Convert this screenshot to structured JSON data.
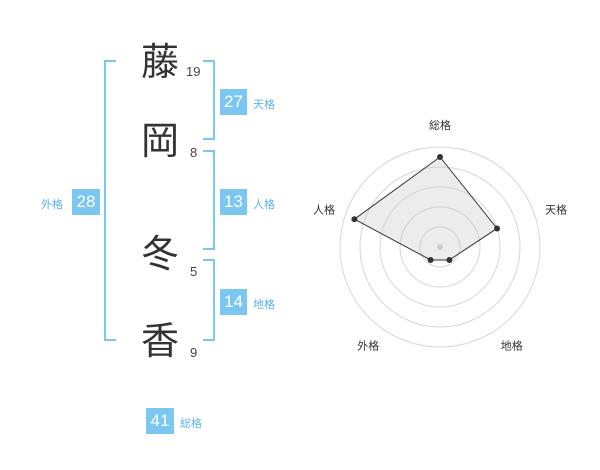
{
  "name": {
    "characters": [
      {
        "char": "藤",
        "strokes": "19"
      },
      {
        "char": "岡",
        "strokes": "8"
      },
      {
        "char": "冬",
        "strokes": "5"
      },
      {
        "char": "香",
        "strokes": "9"
      }
    ]
  },
  "fortune": {
    "tenkaku": {
      "value": "27",
      "label": "天格"
    },
    "jinkaku": {
      "value": "13",
      "label": "人格"
    },
    "chikaku": {
      "value": "14",
      "label": "地格"
    },
    "gaikaku": {
      "value": "28",
      "label": "外格"
    },
    "soukaku": {
      "value": "41",
      "label": "総格"
    }
  },
  "colors": {
    "accent": "#7cc6f2",
    "label": "#5ab4ea",
    "text": "#333333"
  },
  "chart_data": {
    "type": "radar",
    "axes": [
      "総格",
      "天格",
      "地格",
      "外格",
      "人格"
    ],
    "max": 5,
    "values": [
      4.5,
      3.0,
      0.8,
      0.8,
      4.5
    ],
    "grid_rings": 5
  }
}
